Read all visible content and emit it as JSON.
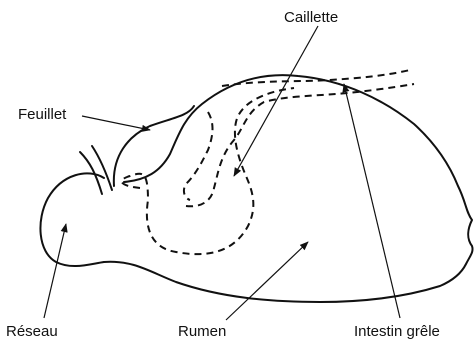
{
  "labels": {
    "caillette": "Caillette",
    "feuillet": "Feuillet",
    "reseau": "Réseau",
    "rumen": "Rumen",
    "intestin_grele": "Intestin grêle"
  },
  "colors": {
    "stroke": "#111111",
    "background": "#ffffff"
  }
}
